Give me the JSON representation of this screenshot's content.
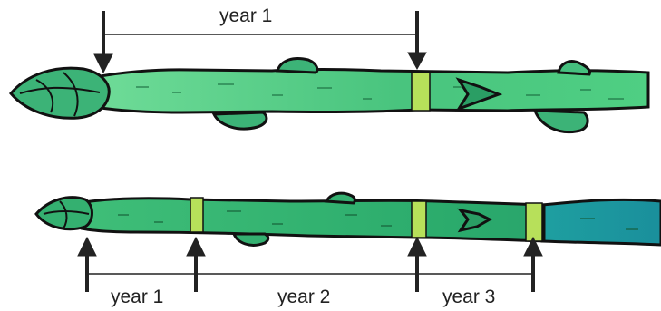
{
  "labels": {
    "top_year_1": "year 1",
    "bottom_year_1": "year 1",
    "bottom_year_2": "year 2",
    "bottom_year_3": "year 3"
  },
  "colors": {
    "twig_light": "#5fd58e",
    "twig_dark": "#2fb06a",
    "old_wood": "#1f9e9a",
    "bud_scale_scar": "#b7e05a",
    "outline": "#111111",
    "arrow": "#222222"
  },
  "icons": [
    "terminal-bud",
    "lateral-bud",
    "bud-scale-scar",
    "leaf-scar",
    "arrow-down",
    "arrow-up"
  ]
}
